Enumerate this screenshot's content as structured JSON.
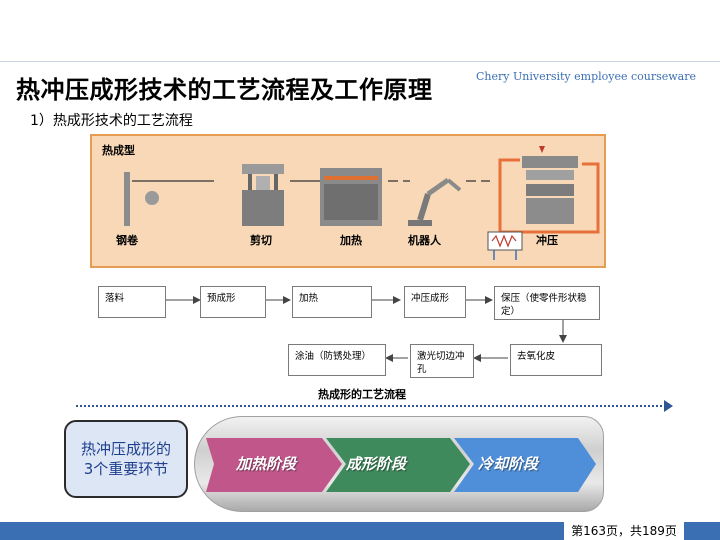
{
  "header": {
    "title": "热冲压成形技术的工艺流程及工作原理",
    "watermark": "Chery University employee courseware",
    "subtitle": "1）热成形技术的工艺流程"
  },
  "line_panel": {
    "label": "热成型",
    "equipment": [
      "钢卷",
      "剪切",
      "加热",
      "机器人",
      "冲压"
    ]
  },
  "flow": {
    "steps": [
      "落料",
      "预成形",
      "加热",
      "冲压成形",
      "保压（使零件形状稳定）",
      "去氧化皮",
      "激光切边冲孔",
      "涂油（防锈处理）"
    ],
    "caption": "热成形的工艺流程"
  },
  "stages": {
    "box_line1": "热冲压成形的",
    "box_line2": "3个重要环节",
    "items": [
      "加热阶段",
      "成形阶段",
      "冷却阶段"
    ]
  },
  "colors": {
    "heat": "#c0568a",
    "form": "#3e8a5c",
    "cool": "#4f8fd9",
    "panel_bg": "#f8d8b6",
    "panel_border": "#e69c52",
    "accent": "#3b6fb4"
  },
  "footer": {
    "page": "第163页，共189页"
  }
}
